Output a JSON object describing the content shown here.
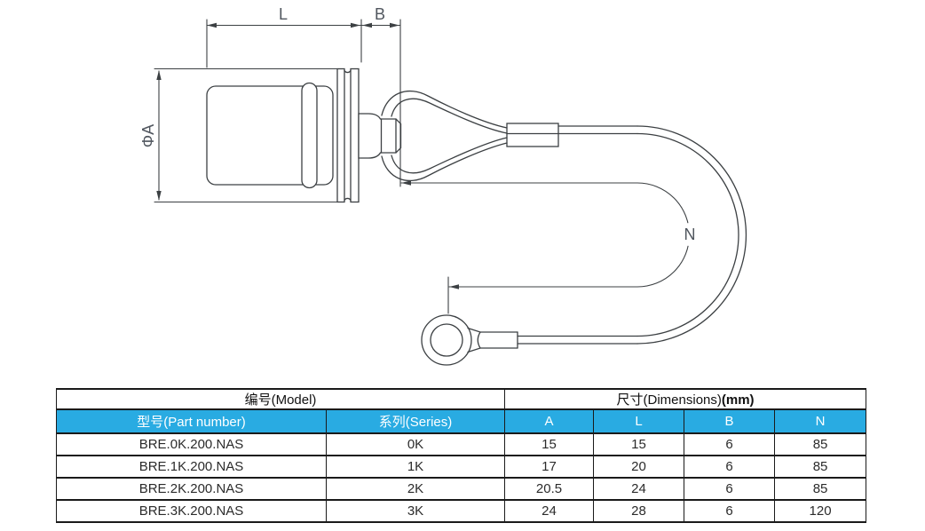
{
  "drawing": {
    "dim_labels": {
      "L": "L",
      "B": "B",
      "phiA": "ΦA",
      "N": "N"
    }
  },
  "table": {
    "group_header": {
      "model": "编号(Model)",
      "dimensions": "尺寸(Dimensions)",
      "dimensions_unit": "(mm)"
    },
    "columns": {
      "part_number": "型号(Part number)",
      "series": "系列(Series)",
      "a": "A",
      "l": "L",
      "b": "B",
      "n": "N"
    },
    "rows": [
      {
        "part_number": "BRE.0K.200.NAS",
        "series": "0K",
        "a": "15",
        "l": "15",
        "b": "6",
        "n": "85"
      },
      {
        "part_number": "BRE.1K.200.NAS",
        "series": "1K",
        "a": "17",
        "l": "20",
        "b": "6",
        "n": "85"
      },
      {
        "part_number": "BRE.2K.200.NAS",
        "series": "2K",
        "a": "20.5",
        "l": "24",
        "b": "6",
        "n": "85"
      },
      {
        "part_number": "BRE.3K.200.NAS",
        "series": "3K",
        "a": "24",
        "l": "28",
        "b": "6",
        "n": "120"
      }
    ]
  },
  "colors": {
    "header_blue": "#29ABE2",
    "header_text": "#FFFFFF",
    "table_border": "#1A1A1A",
    "drawing_line": "#3C4043",
    "dim_text": "#50565E"
  }
}
